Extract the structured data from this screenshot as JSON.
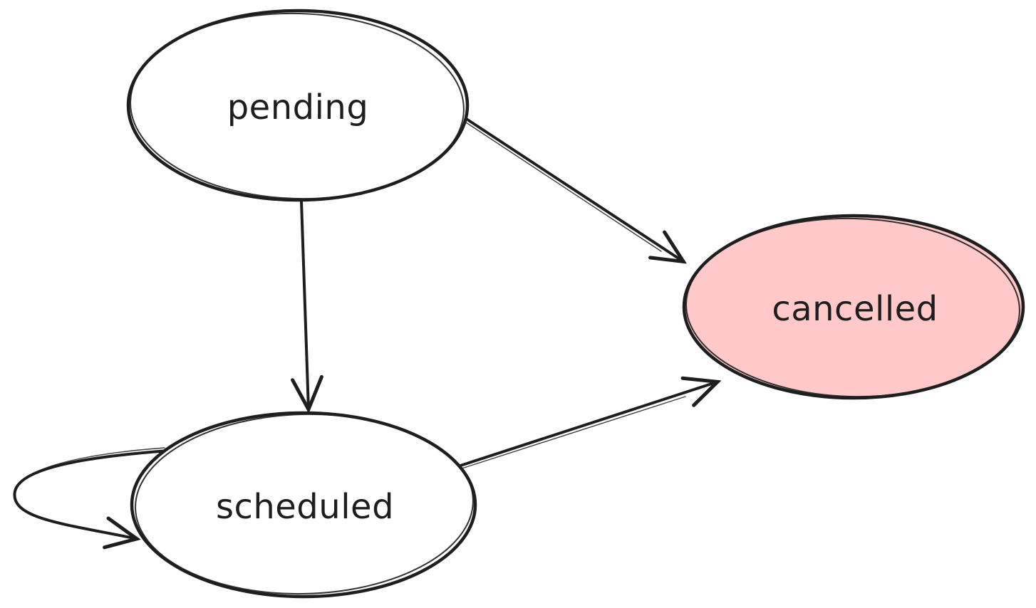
{
  "diagram": {
    "kind": "hand-drawn-state-diagram",
    "nodes": [
      {
        "id": "pending",
        "label": "pending",
        "fill": "#ffffff"
      },
      {
        "id": "scheduled",
        "label": "scheduled",
        "fill": "#ffffff"
      },
      {
        "id": "cancelled",
        "label": "cancelled",
        "fill": "#ffc9c9"
      }
    ],
    "edges": [
      {
        "from": "pending",
        "to": "cancelled",
        "type": "straight"
      },
      {
        "from": "pending",
        "to": "scheduled",
        "type": "straight"
      },
      {
        "from": "scheduled",
        "to": "cancelled",
        "type": "straight"
      },
      {
        "from": "scheduled",
        "to": "scheduled",
        "type": "self-loop"
      }
    ],
    "colors": {
      "stroke": "#1e1e1e",
      "highlight_fill": "#ffc9c9",
      "background": "#ffffff"
    }
  }
}
